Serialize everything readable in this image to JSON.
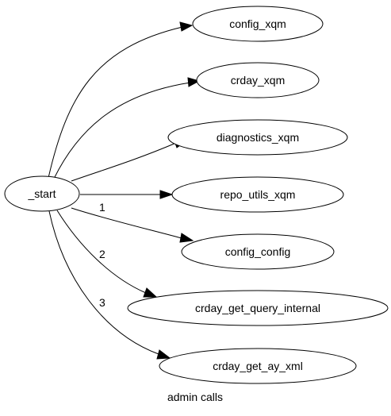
{
  "graph": {
    "caption": "admin calls",
    "nodes": [
      {
        "id": "start",
        "label": "_start"
      },
      {
        "id": "config_xqm",
        "label": "config_xqm"
      },
      {
        "id": "crday_xqm",
        "label": "crday_xqm"
      },
      {
        "id": "diagnostics_xqm",
        "label": "diagnostics_xqm"
      },
      {
        "id": "repo_utils_xqm",
        "label": "repo_utils_xqm"
      },
      {
        "id": "config_config",
        "label": "config_config"
      },
      {
        "id": "crday_get_query_internal",
        "label": "crday_get_query_internal"
      },
      {
        "id": "crday_get_ay_xml",
        "label": "crday_get_ay_xml"
      }
    ],
    "edges": [
      {
        "from": "start",
        "to": "config_xqm",
        "label": ""
      },
      {
        "from": "start",
        "to": "crday_xqm",
        "label": ""
      },
      {
        "from": "start",
        "to": "diagnostics_xqm",
        "label": ""
      },
      {
        "from": "start",
        "to": "repo_utils_xqm",
        "label": ""
      },
      {
        "from": "start",
        "to": "config_config",
        "label": "1"
      },
      {
        "from": "start",
        "to": "crday_get_query_internal",
        "label": "2"
      },
      {
        "from": "start",
        "to": "crday_get_ay_xml",
        "label": "3"
      }
    ]
  }
}
